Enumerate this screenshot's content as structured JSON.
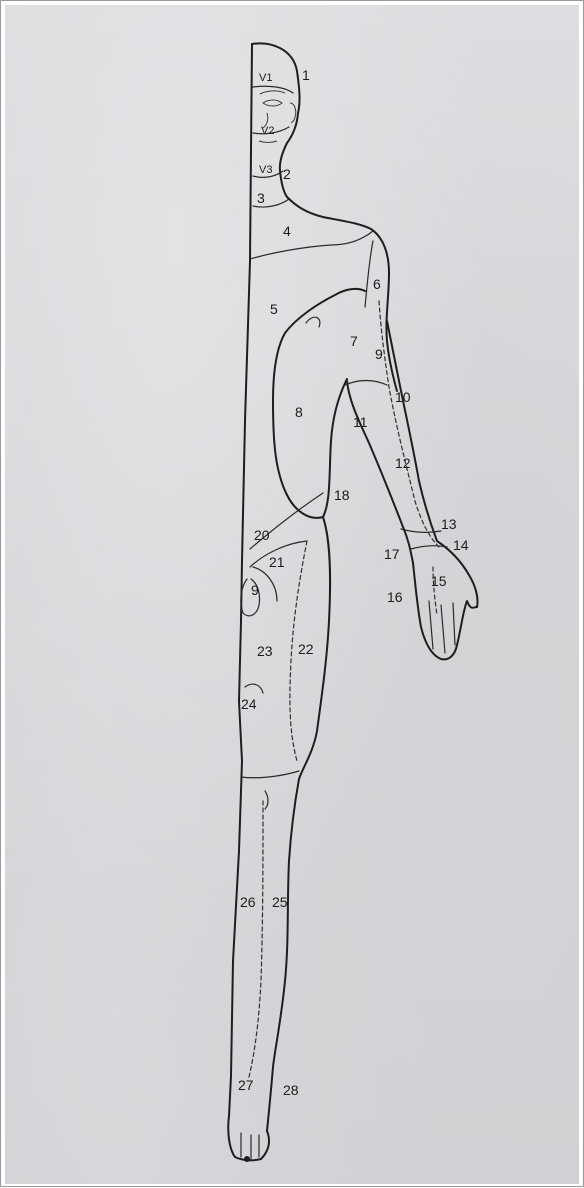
{
  "diagram": {
    "labels": {
      "v1": "V1",
      "v2": "V2",
      "v3": "V3",
      "l1": "1",
      "l2": "2",
      "l3": "3",
      "l4": "4",
      "l5": "5",
      "l6": "6",
      "l7": "7",
      "l8": "8",
      "l9": "9",
      "l10": "10",
      "l11": "11",
      "l12": "12",
      "l13": "13",
      "l14": "14",
      "l15": "15",
      "l16": "16",
      "l17": "17",
      "l18": "18",
      "l19": "9",
      "l20": "20",
      "l21": "21",
      "l22": "22",
      "l23": "23",
      "l24": "24",
      "l25": "25",
      "l26": "26",
      "l27": "27",
      "l28": "28"
    }
  },
  "colors": {
    "paper": "#d6d7da",
    "ink": "#1e1e1e"
  }
}
